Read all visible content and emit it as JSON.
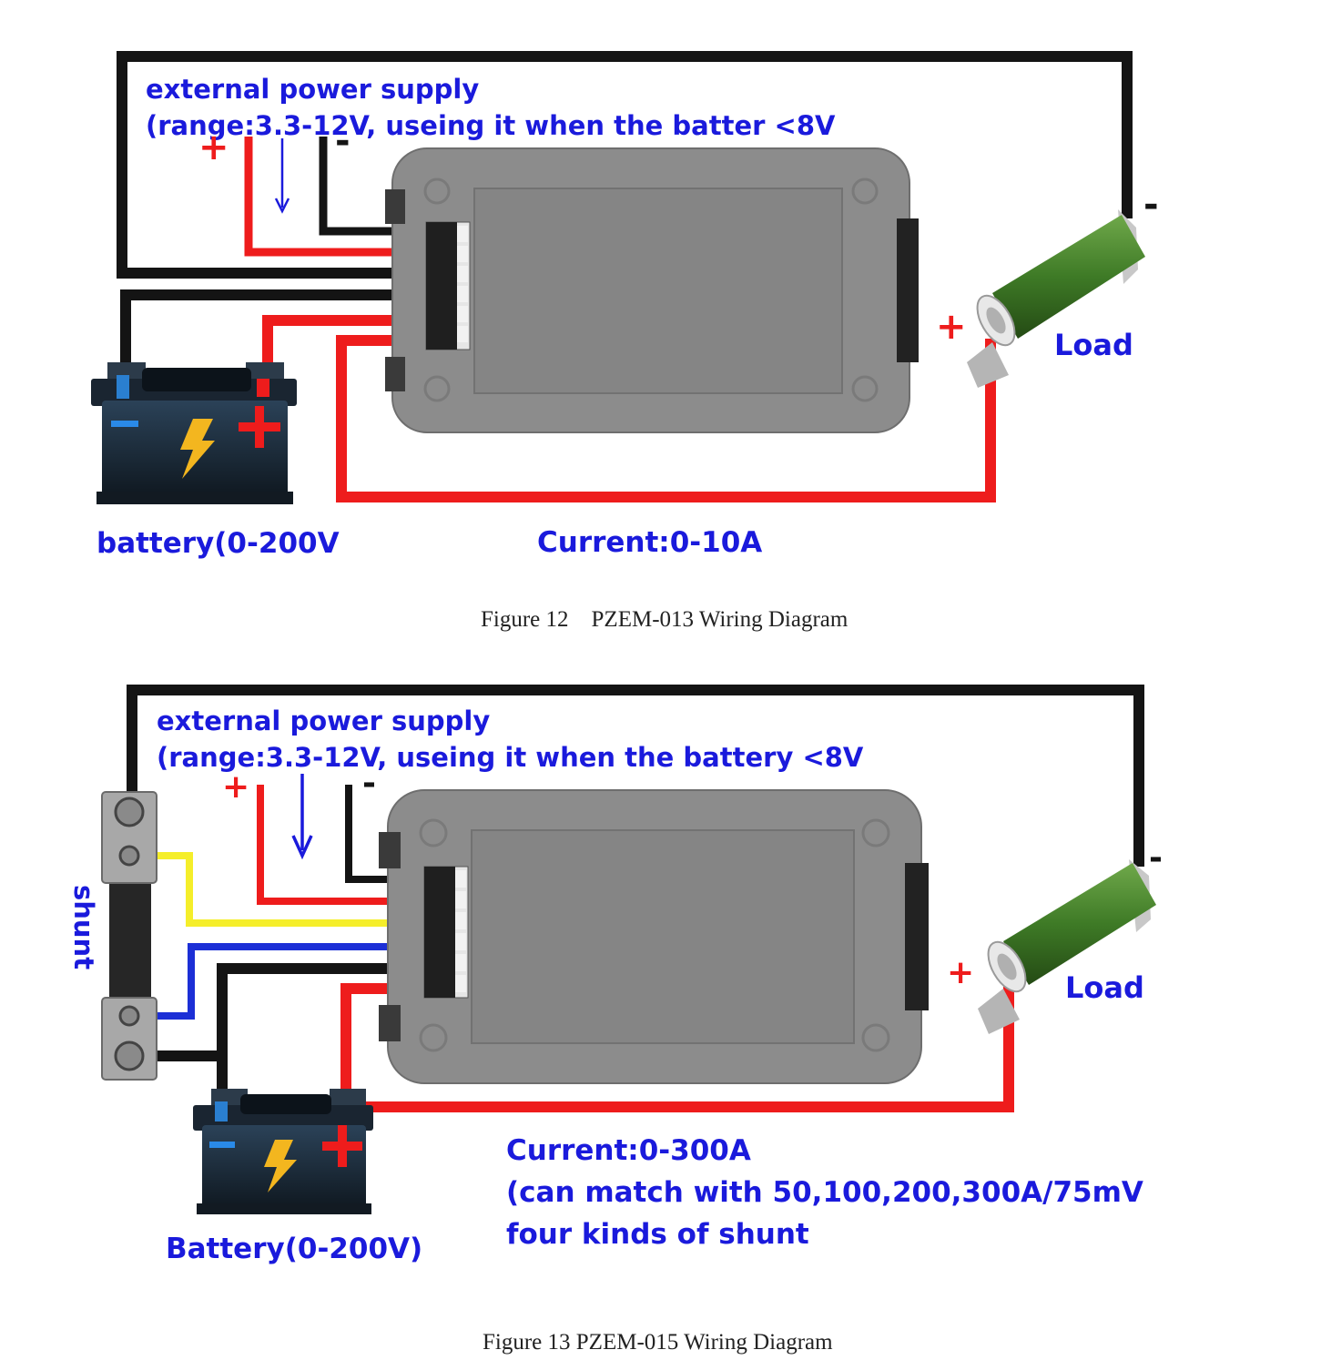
{
  "colors": {
    "label_blue": "#1a1adc",
    "wire_red": "#ee1c1c",
    "wire_black": "#141414",
    "wire_yellow": "#f5ee2a",
    "wire_blue": "#1c2fd6",
    "meter_body": "#8c8c8c",
    "resistor_green": "#3e7a26",
    "battery_body": "#1b2b3b",
    "bolt_yellow": "#f3b61f"
  },
  "figure12": {
    "supply_title": "external power supply",
    "supply_range": "(range:3.3-12V, useing it when the batter <8V",
    "plus_sign": "+",
    "minus_sign": "-",
    "load_label": "Load",
    "battery_label": "battery(0-200V",
    "current_label": "Current:0-10A",
    "caption": "Figure 12    PZEM-013 Wiring Diagram"
  },
  "figure13": {
    "supply_title": "external power supply",
    "supply_range": "(range:3.3-12V, useing it when the battery <8V",
    "plus_sign": "+",
    "minus_sign": "-",
    "shunt_label": "shunt",
    "load_label": "Load",
    "battery_label": "Battery(0-200V)",
    "current_label": "Current:0-300A",
    "current_note_1": "(can match with 50,100,200,300A/75mV",
    "current_note_2": "four kinds of shunt",
    "caption": "Figure 13 PZEM-015 Wiring Diagram"
  }
}
